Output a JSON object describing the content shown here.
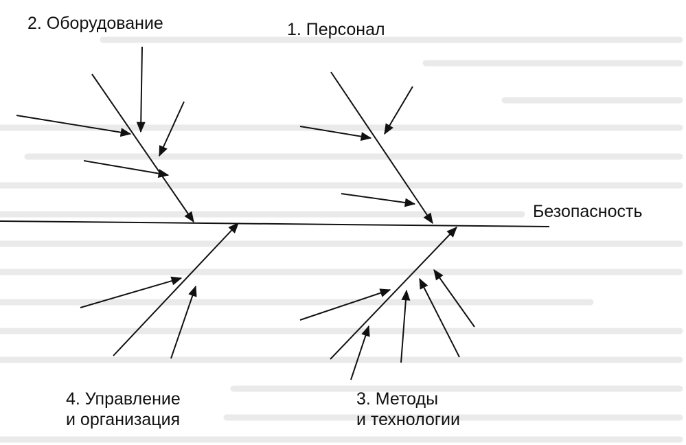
{
  "diagram": {
    "effect": "Безопасность",
    "categories": [
      {
        "number_label": "1. Персонал",
        "lines": [
          "1. Персонал"
        ]
      },
      {
        "number_label": "2. Оборудование",
        "lines": [
          "2. Оборудование"
        ]
      },
      {
        "number_label": "3. Методы и технологии",
        "lines": [
          "3. Методы",
          "и технологии"
        ]
      },
      {
        "number_label": "4. Управление и организация",
        "lines": [
          "4. Управление",
          "и организация"
        ]
      }
    ]
  },
  "colors": {
    "ink": "#111111",
    "background": "#ffffff",
    "bleed_through": "#d9d9d9"
  }
}
